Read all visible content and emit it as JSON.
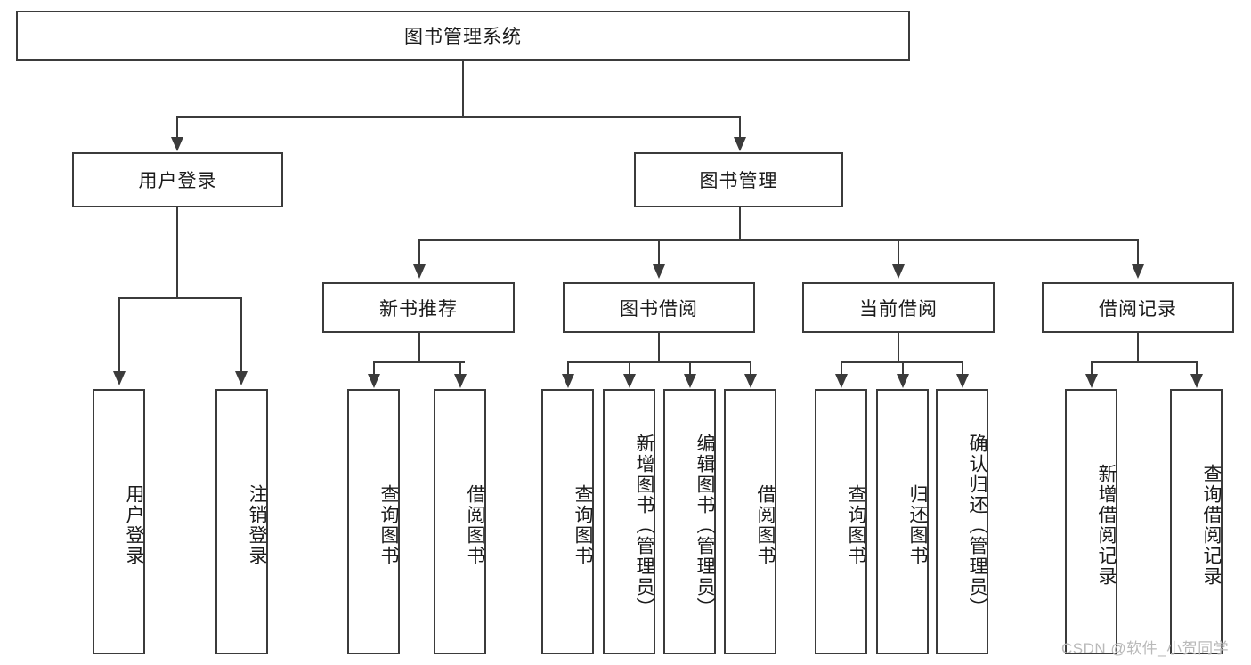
{
  "diagram": {
    "type": "tree-hierarchy",
    "title": "图书管理系统",
    "root": {
      "label": "图书管理系统"
    },
    "level1": [
      {
        "label": "用户登录"
      },
      {
        "label": "图书管理"
      }
    ],
    "level2": [
      {
        "label": "新书推荐"
      },
      {
        "label": "图书借阅"
      },
      {
        "label": "当前借阅"
      },
      {
        "label": "借阅记录"
      }
    ],
    "leaves": {
      "user_login": [
        {
          "label": "用户登录"
        },
        {
          "label": "注销登录"
        }
      ],
      "new_book_recommend": [
        {
          "label": "查询图书"
        },
        {
          "label": "借阅图书"
        }
      ],
      "book_borrow": [
        {
          "label": "查询图书"
        },
        {
          "label": "新增图书（管理员）"
        },
        {
          "label": "编辑图书（管理员）"
        },
        {
          "label": "借阅图书"
        }
      ],
      "current_borrow": [
        {
          "label": "查询图书"
        },
        {
          "label": "归还图书"
        },
        {
          "label": "确认归还（管理员）"
        }
      ],
      "borrow_record": [
        {
          "label": "新增借阅记录"
        },
        {
          "label": "查询借阅记录"
        }
      ]
    },
    "watermark": "CSDN @软件_小贺同学",
    "colors": {
      "stroke": "#3b3b3b",
      "fill": "#ffffff",
      "text": "#1b1b1b",
      "watermark": "#b9b9b9"
    }
  }
}
